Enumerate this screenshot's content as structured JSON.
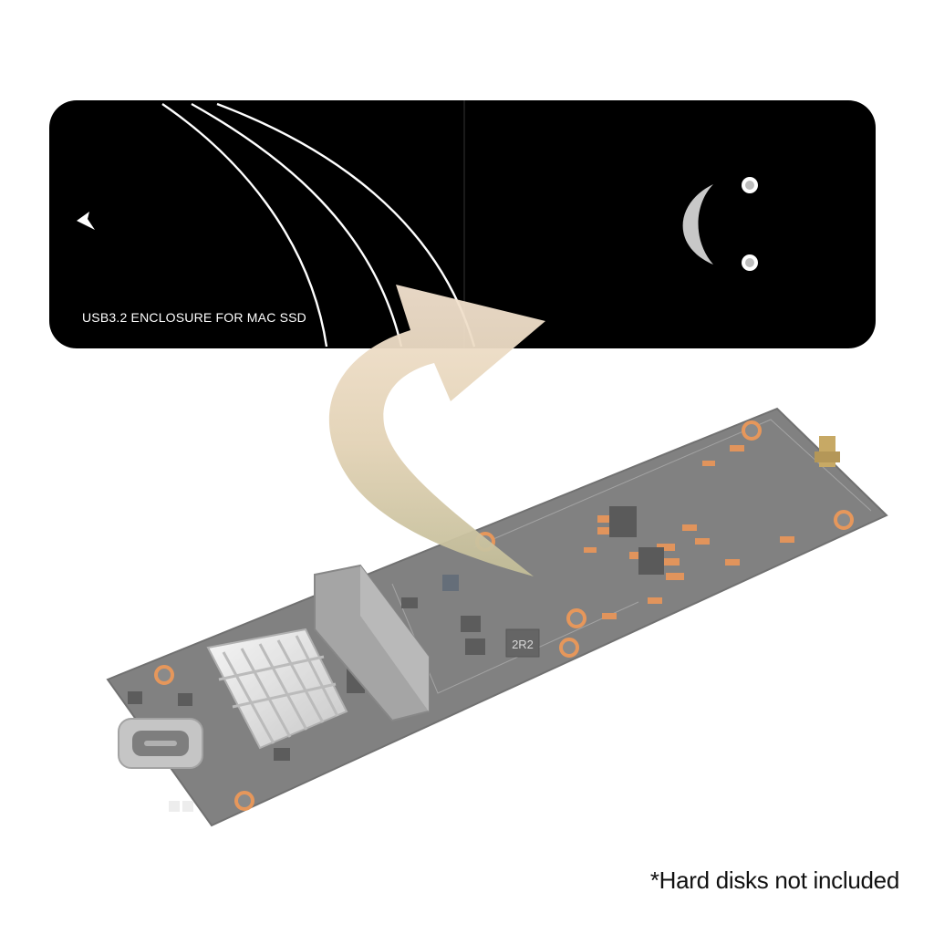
{
  "enclosure": {
    "label": "USB3.2  ENCLOSURE FOR MAC SSD",
    "body_color": "#000000",
    "logo_icon": "crescent-moon-icon"
  },
  "pcb": {
    "board_color": "#5f5f5f",
    "pad_color": "#e07a2e",
    "chip_label": "2R2",
    "port_icon": "usb-c-port-icon",
    "heatsink_icon": "heatsink-icon"
  },
  "arrow": {
    "icon": "curved-arrow-icon",
    "color_top": "#f2dcc4",
    "color_bottom": "#c7c09a"
  },
  "disclaimer": "*Hard disks not included"
}
